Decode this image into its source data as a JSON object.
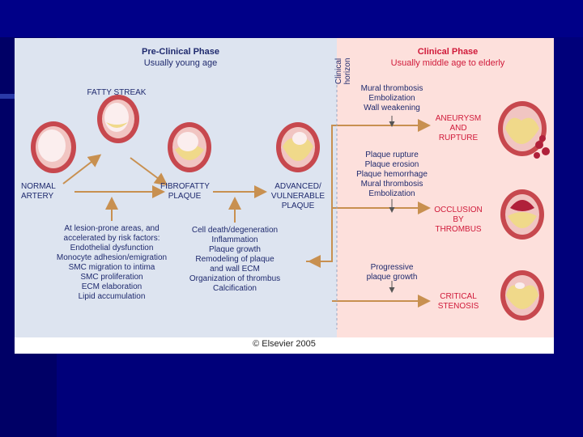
{
  "pre_clinical": {
    "title": "Pre-Clinical Phase",
    "subtitle": "Usually young age"
  },
  "clinical_horizon": [
    "Clinical",
    "horizon"
  ],
  "clinical": {
    "title": "Clinical Phase",
    "subtitle": "Usually middle age to elderly"
  },
  "stages": {
    "fatty_streak": "FATTY STREAK",
    "normal_artery": [
      "NORMAL",
      "ARTERY"
    ],
    "fibrofatty": [
      "FIBROFATTY",
      "PLAQUE"
    ],
    "advanced": [
      "ADVANCED/",
      "VULNERABLE",
      "PLAQUE"
    ]
  },
  "risk_factors": [
    "At lesion-prone areas, and",
    "accelerated by risk factors:",
    "Endothelial dysfunction",
    "Monocyte adhesion/emigration",
    "SMC migration to intima",
    "SMC proliferation",
    "ECM elaboration",
    "Lipid accumulation"
  ],
  "progression_factors": [
    "Cell death/degeneration",
    "Inflammation",
    "Plaque growth",
    "Remodeling of plaque",
    "and wall ECM",
    "Organization of thrombus",
    "Calcification"
  ],
  "outcomes": [
    {
      "causes": [
        "Mural thrombosis",
        "Embolization",
        "Wall weakening"
      ],
      "result": [
        "ANEURYSM",
        "AND",
        "RUPTURE"
      ]
    },
    {
      "causes": [
        "Plaque rupture",
        "Plaque erosion",
        "Plaque hemorrhage",
        "Mural thrombosis",
        "Embolization"
      ],
      "result": [
        "OCCLUSION",
        "BY",
        "THROMBUS"
      ]
    },
    {
      "causes": [
        "Progressive",
        "plaque growth"
      ],
      "result": [
        "CRITICAL",
        "STENOSIS"
      ]
    }
  ],
  "copyright": "© Elsevier 2005",
  "colors": {
    "text_blue": "#1f2a6e",
    "text_red": "#d01a3a",
    "arrow": "#c89050",
    "left_panel": "#dde4f0",
    "right_panel": "#fde0dc",
    "slide_bg": "#00007a"
  }
}
